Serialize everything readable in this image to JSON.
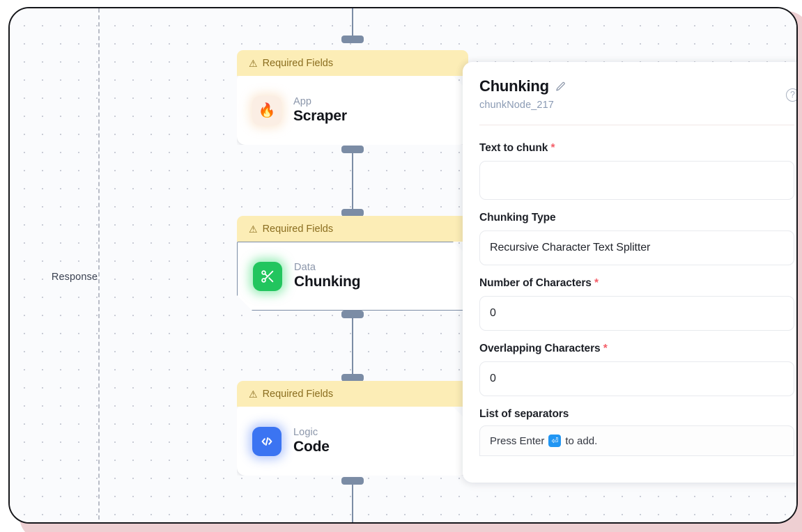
{
  "canvas": {
    "guide_label": "Response",
    "nodes": [
      {
        "id": "scraper",
        "banner": "Required Fields",
        "warn_icon": "warning-triangle-icon",
        "kind": "App",
        "title": "Scraper",
        "icon": "flame-icon",
        "icon_glyph": "🔥",
        "selected": false
      },
      {
        "id": "chunking",
        "banner": "Required Fields",
        "warn_icon": "warning-triangle-icon",
        "kind": "Data",
        "title": "Chunking",
        "icon": "scissors-icon",
        "icon_glyph": "✂",
        "selected": true
      },
      {
        "id": "code",
        "banner": "Required Fields",
        "warn_icon": "warning-triangle-icon",
        "kind": "Logic",
        "title": "Code",
        "icon": "code-brackets-icon",
        "icon_glyph": "</>",
        "selected": false
      }
    ]
  },
  "panel": {
    "title": "Chunking",
    "edit_icon": "pencil-icon",
    "subtitle": "chunkNode_217",
    "help_icon": "help-circle-icon",
    "help_glyph": "?",
    "fields": [
      {
        "label": "Text to chunk",
        "required": true,
        "type": "textarea",
        "value": ""
      },
      {
        "label": "Chunking Type",
        "required": false,
        "type": "select",
        "value": "Recursive Character Text Splitter"
      },
      {
        "label": "Number of Characters",
        "required": true,
        "type": "number",
        "value": "0"
      },
      {
        "label": "Overlapping Characters",
        "required": true,
        "type": "number",
        "value": "0"
      },
      {
        "label": "List of separators",
        "required": false,
        "type": "tags",
        "value": "",
        "hint_before": "Press Enter",
        "hint_key": "⏎",
        "hint_after": "to add."
      }
    ]
  },
  "colors": {
    "warning_banner_bg": "#FCEDB6",
    "warning_banner_text": "#8A6D1F",
    "data_node_accent": "#22C55E",
    "logic_node_accent": "#3B74F2",
    "required_star": "#F4606A",
    "edge": "#7B8CA5",
    "frame_border": "#15161A",
    "backdrop_pink": "#EECFD2"
  }
}
